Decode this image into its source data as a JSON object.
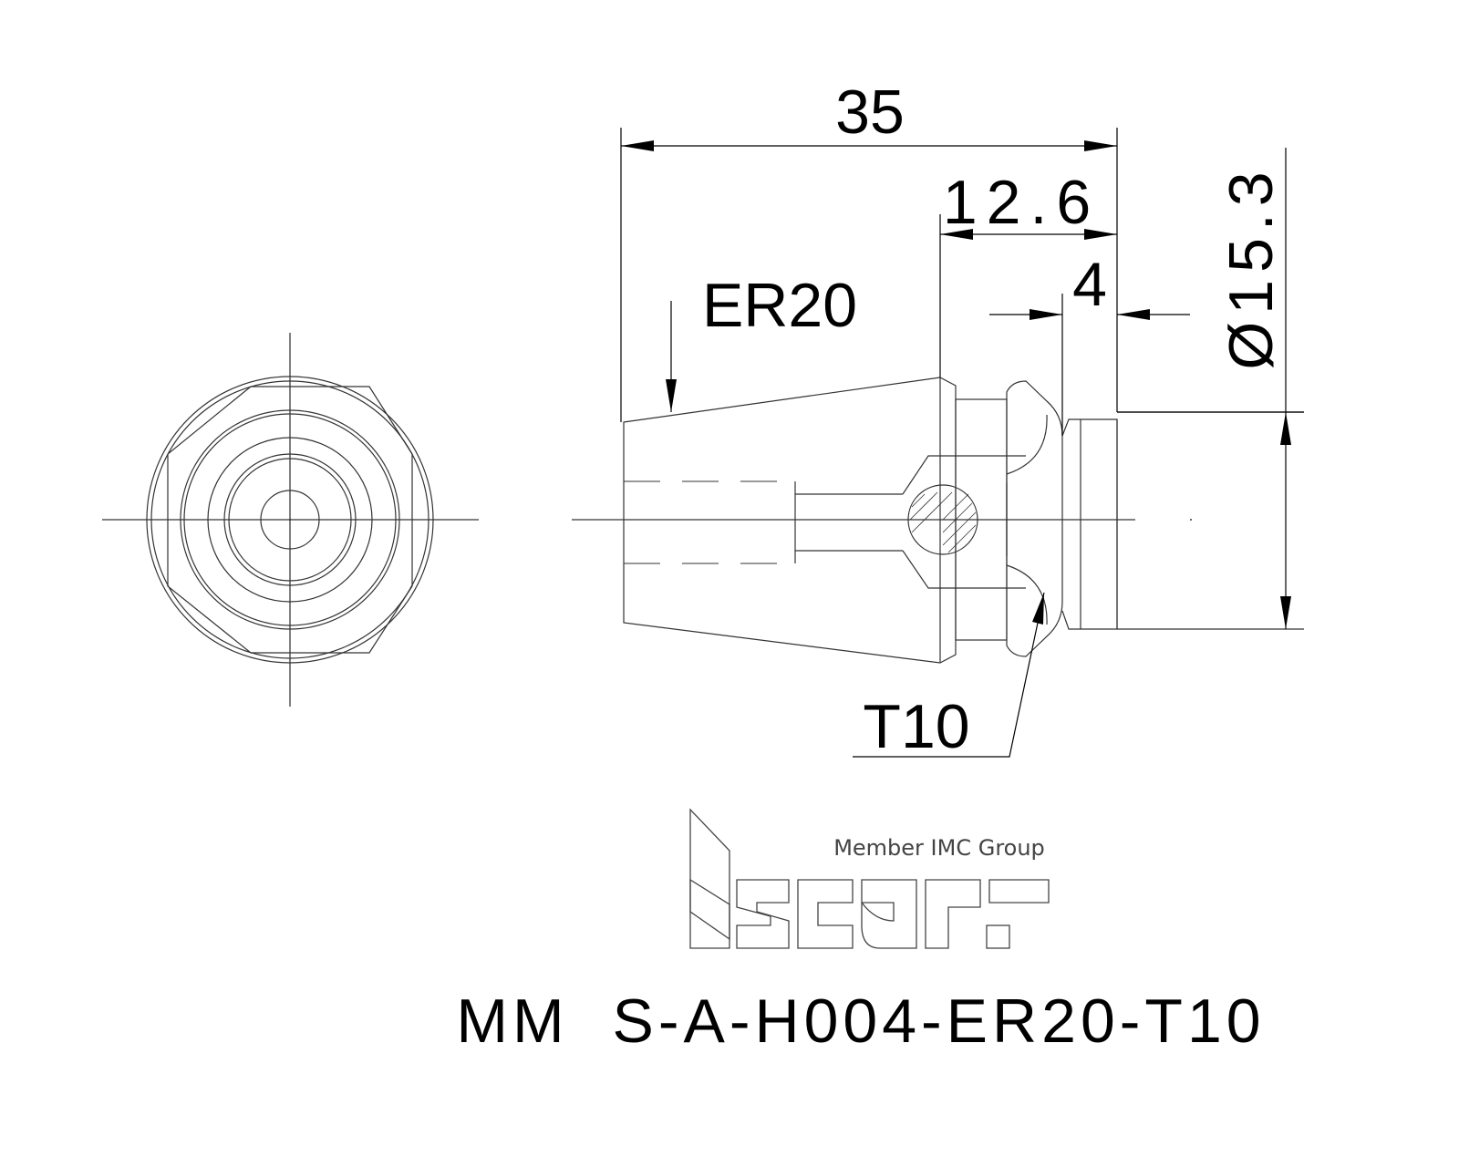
{
  "dimensions": {
    "overall_length": "35",
    "collet_length": "12.6",
    "thread_length": "4",
    "diameter": "Ø15.3"
  },
  "callouts": {
    "collet_type": "ER20",
    "thread_type": "T10"
  },
  "logo": {
    "brand": "iscar",
    "tagline": "Member IMC Group"
  },
  "part_number": "MM  S-A-H004-ER20-T10",
  "colors": {
    "line": "#000000",
    "part_outline": "#333333",
    "background": "#ffffff"
  }
}
